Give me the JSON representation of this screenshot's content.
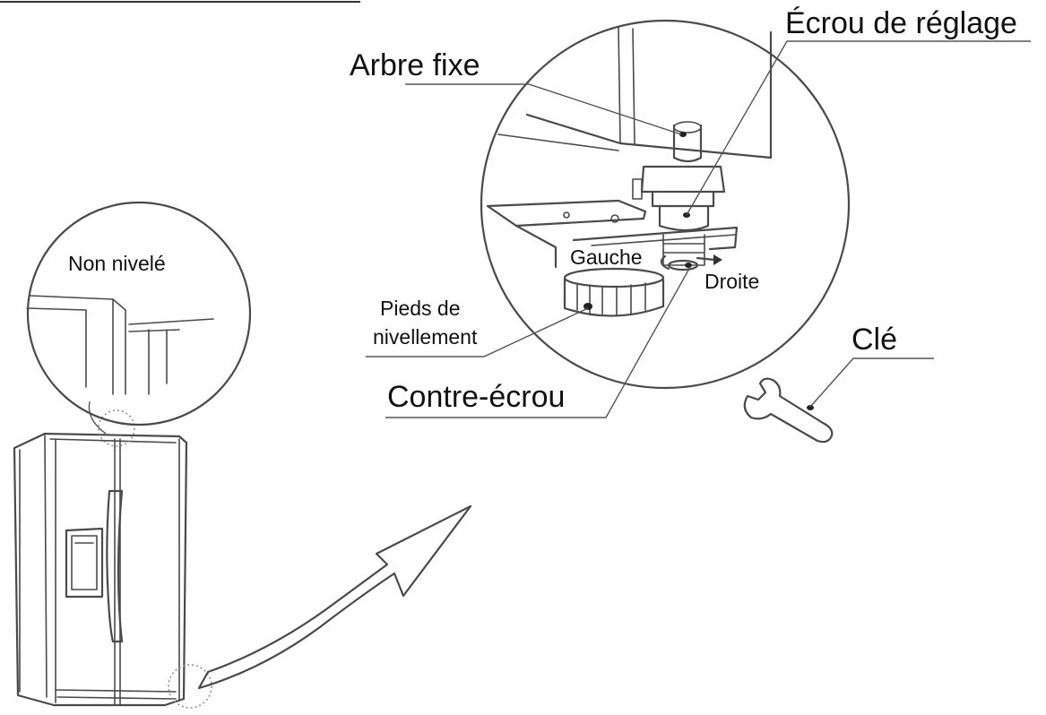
{
  "labels": {
    "adjusting_nut": "Écrou de réglage",
    "fixed_shaft": "Arbre fixe",
    "not_level": "Non nivelé",
    "left": "Gauche",
    "right": "Droite",
    "leveling_feet_line1": "Pieds de",
    "leveling_feet_line2": "nivellement",
    "lock_nut": "Contre-écrou",
    "wrench": "Clé"
  },
  "colors": {
    "line": "#4a4a4a",
    "text": "#111111",
    "background": "#ffffff"
  }
}
